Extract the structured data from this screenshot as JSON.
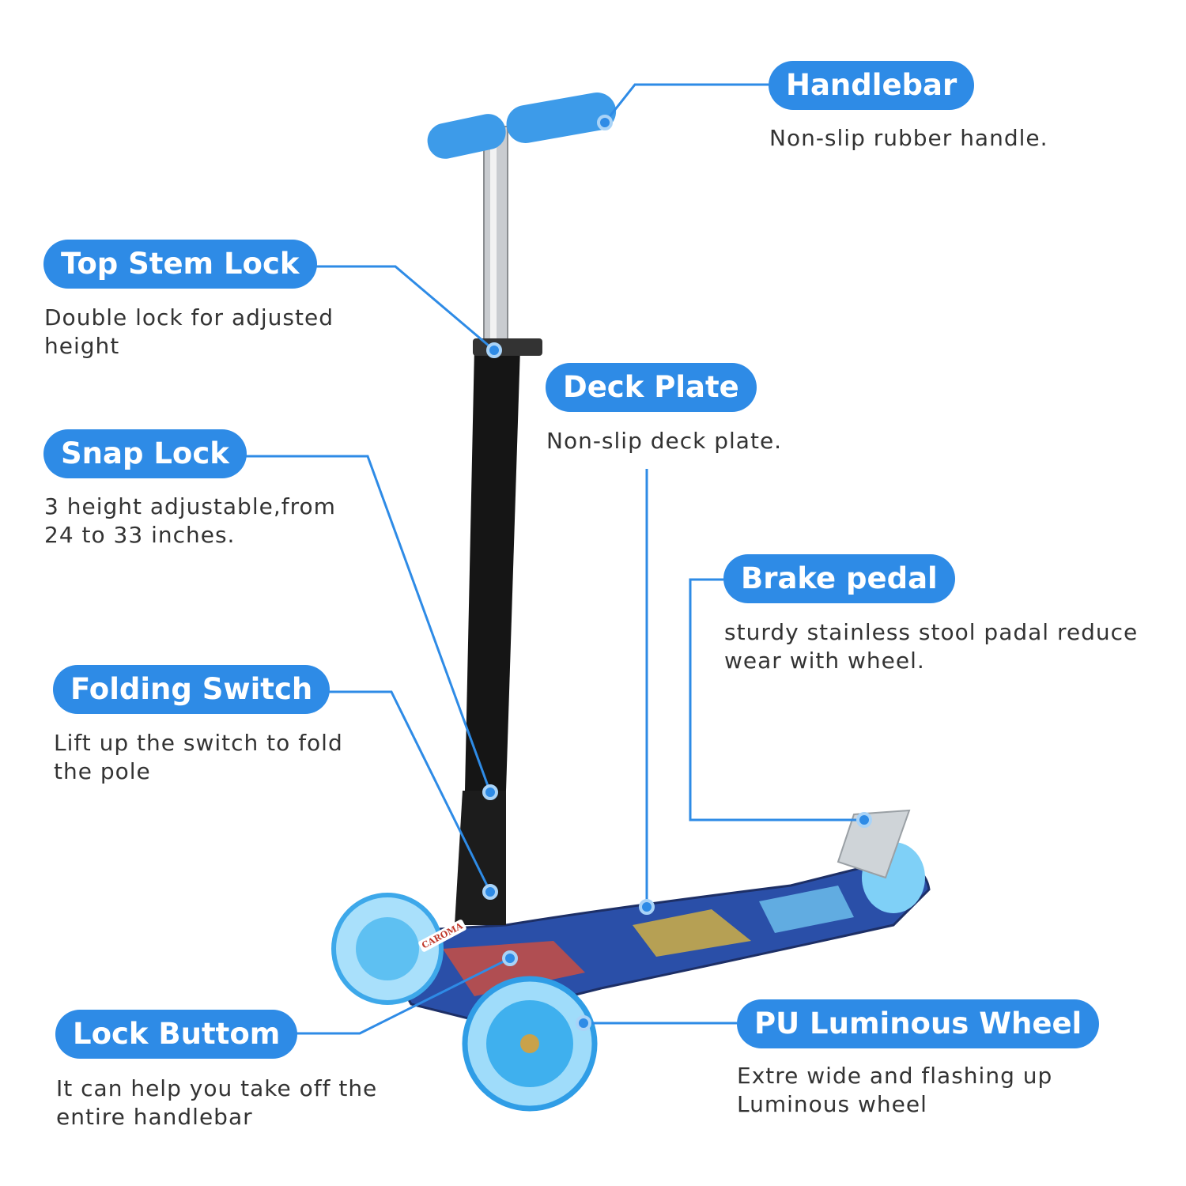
{
  "accent_color": "#2e8be6",
  "callouts": {
    "handlebar": {
      "title": "Handlebar",
      "desc": "Non-slip rubber handle."
    },
    "top_stem_lock": {
      "title": "Top Stem Lock",
      "desc": "Double lock for adjusted\nheight"
    },
    "deck_plate": {
      "title": "Deck Plate",
      "desc": "Non-slip deck plate."
    },
    "snap_lock": {
      "title": "Snap Lock",
      "desc": "3 height adjustable,from\n24 to 33 inches."
    },
    "brake_pedal": {
      "title": "Brake pedal",
      "desc": "sturdy stainless stool padal reduce\nwear with wheel."
    },
    "folding_switch": {
      "title": "Folding Switch",
      "desc": "Lift up the switch to fold\nthe pole"
    },
    "lock_buttom": {
      "title": "Lock Buttom",
      "desc": "It can help you take off the\nentire handlebar"
    },
    "pu_wheel": {
      "title": "PU Luminous Wheel",
      "desc": "Extre wide and flashing up\nLuminous wheel"
    }
  },
  "product_brand": "CAROMA"
}
